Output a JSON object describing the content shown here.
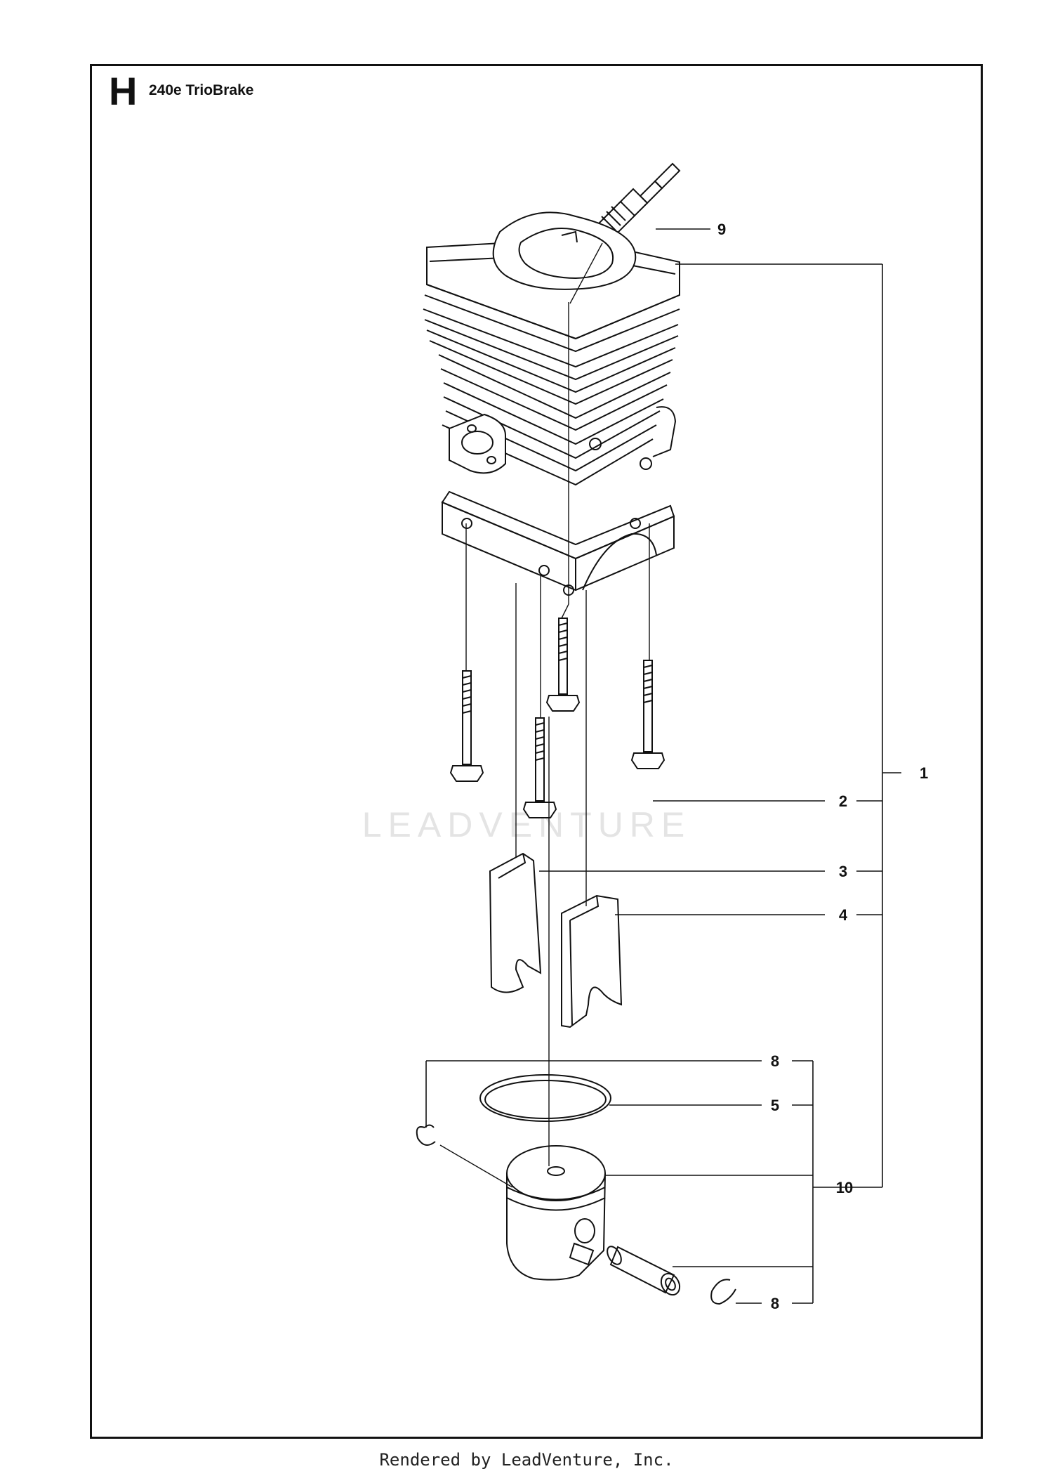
{
  "header": {
    "section_letter": "H",
    "model": "240e TrioBrake"
  },
  "watermark": "LEADVENTURE",
  "footer": "Rendered by LeadVenture, Inc.",
  "callouts": {
    "c1": "1",
    "c2": "2",
    "c3": "3",
    "c4": "4",
    "c5": "5",
    "c8a": "8",
    "c8b": "8",
    "c9": "9",
    "c10": "10"
  }
}
